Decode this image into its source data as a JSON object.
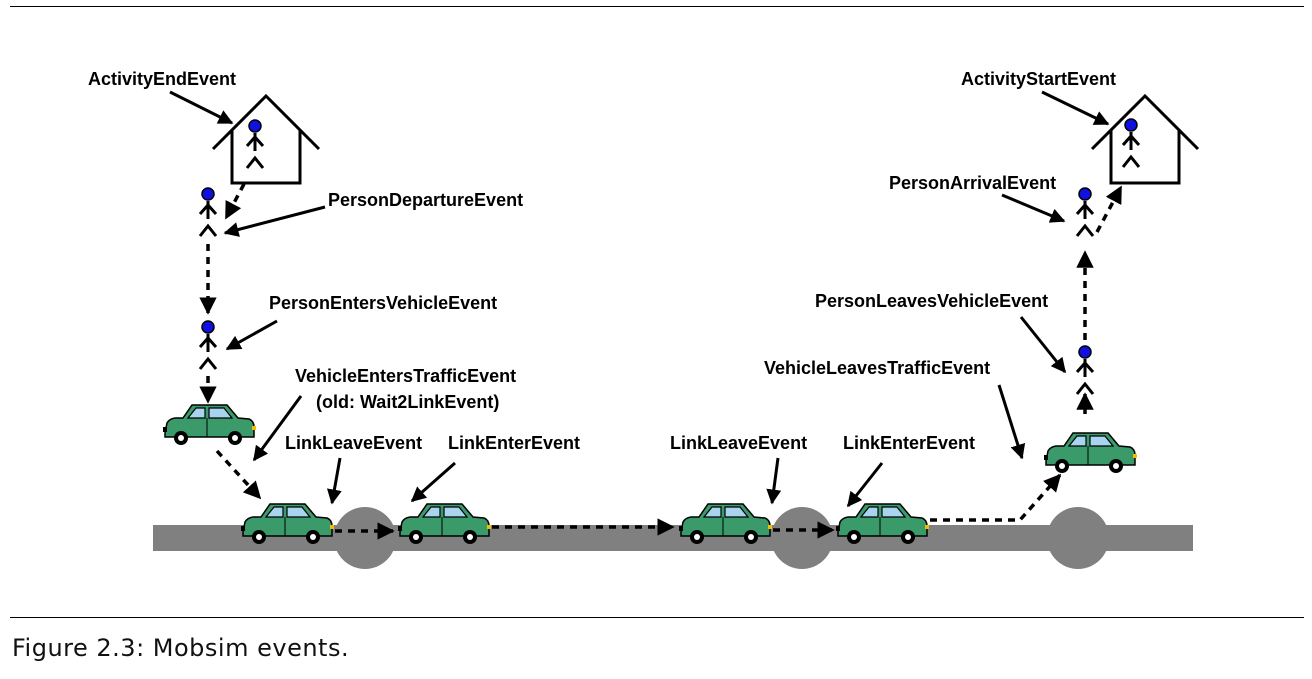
{
  "labels": {
    "activity_end": "ActivityEndEvent",
    "activity_start": "ActivityStartEvent",
    "person_departure": "PersonDepartureEvent",
    "person_arrival": "PersonArrivalEvent",
    "person_enters_vehicle": "PersonEntersVehicleEvent",
    "person_leaves_vehicle": "PersonLeavesVehicleEvent",
    "vehicle_enters_traffic": "VehicleEntersTrafficEvent",
    "vehicle_enters_traffic_old": "(old: Wait2LinkEvent)",
    "vehicle_leaves_traffic": "VehicleLeavesTrafficEvent",
    "link_leave_1": "LinkLeaveEvent",
    "link_enter_1": "LinkEnterEvent",
    "link_leave_2": "LinkLeaveEvent",
    "link_enter_2": "LinkEnterEvent"
  },
  "caption": "Figure 2.3: Mobsim events.",
  "colors": {
    "road": "#808080",
    "car_body": "#3a9a6a",
    "car_window": "#a8d4f0",
    "person_head": "#1010e0"
  },
  "icons": [
    "house-icon",
    "person-icon",
    "car-icon"
  ]
}
